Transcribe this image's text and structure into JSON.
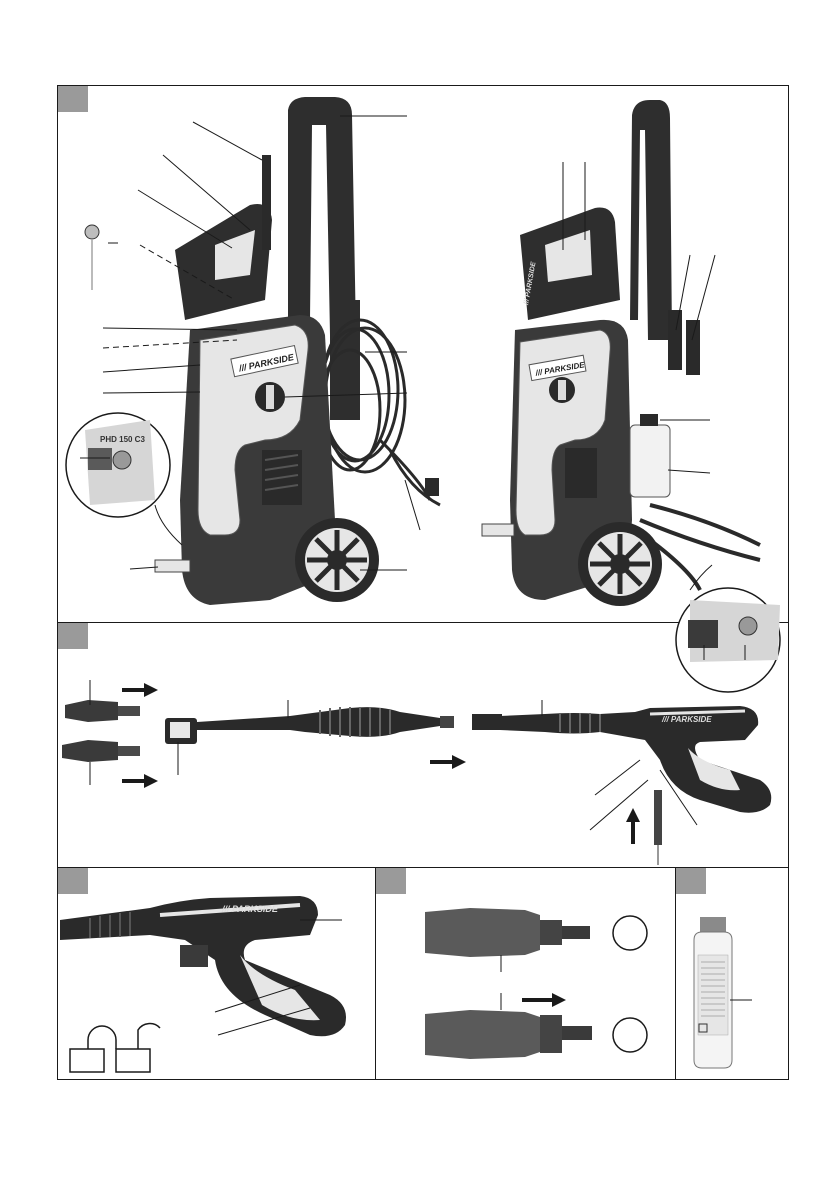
{
  "brand": {
    "logo_text": "/// PARKSIDE",
    "gun_logo_text": "/// PARKSIDE",
    "model_label": "PHD 150 C3"
  },
  "panels": [
    {
      "id": "A",
      "content": "pressure-washer-front-and-back-views"
    },
    {
      "id": "B",
      "content": "spray-gun-assembly"
    },
    {
      "id": "C",
      "content": "spray-gun-detail"
    },
    {
      "id": "D",
      "content": "nozzle-detail"
    },
    {
      "id": "E",
      "content": "detergent-bottle"
    }
  ],
  "colors": {
    "frame": "#1a1a1a",
    "marker": "#9a9a9a",
    "body_dark": "#3a3a3a",
    "body_light": "#e6e6e6"
  }
}
